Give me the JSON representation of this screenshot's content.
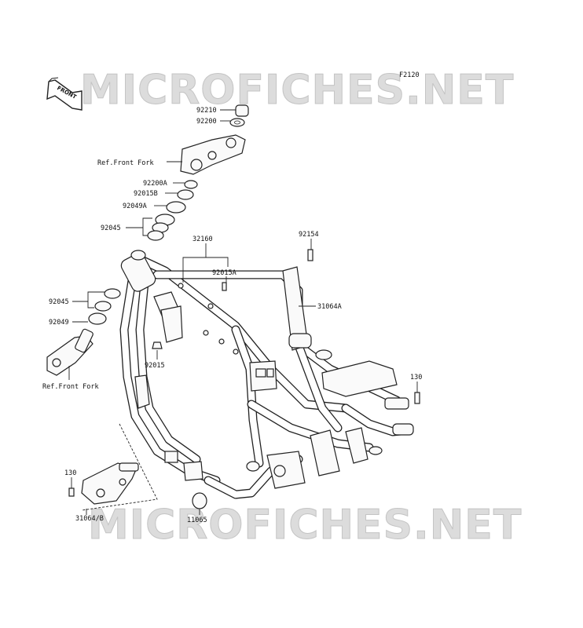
{
  "figure_code": "F2120",
  "front_marker": "FRONT",
  "watermark": "MICROFICHES.NET",
  "part_labels": {
    "p92210": "92210",
    "p92200": "92200",
    "ref_front_fork_top": "Ref.Front Fork",
    "p92200A": "92200A",
    "p92015B": "92015B",
    "p92049A": "92049A",
    "p92045_top": "92045",
    "p32160": "32160",
    "p92154": "92154",
    "p92015A": "92015A",
    "p31064A": "31064A",
    "p92045_left": "92045",
    "p92049": "92049",
    "p92015": "92015",
    "ref_front_fork_bottom": "Ref.Front Fork",
    "p130_right": "130",
    "p130_left": "130",
    "p31064B": "31064/B",
    "p11065": "11065"
  }
}
